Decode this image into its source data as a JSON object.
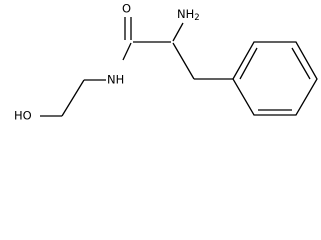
{
  "molecule": {
    "atoms": {
      "oxygen_carbonyl": "O",
      "amine_N": "N",
      "amine_H2": "H",
      "amine_sub": "2",
      "amide_NH": "NH",
      "hydroxyl": "HO"
    }
  }
}
